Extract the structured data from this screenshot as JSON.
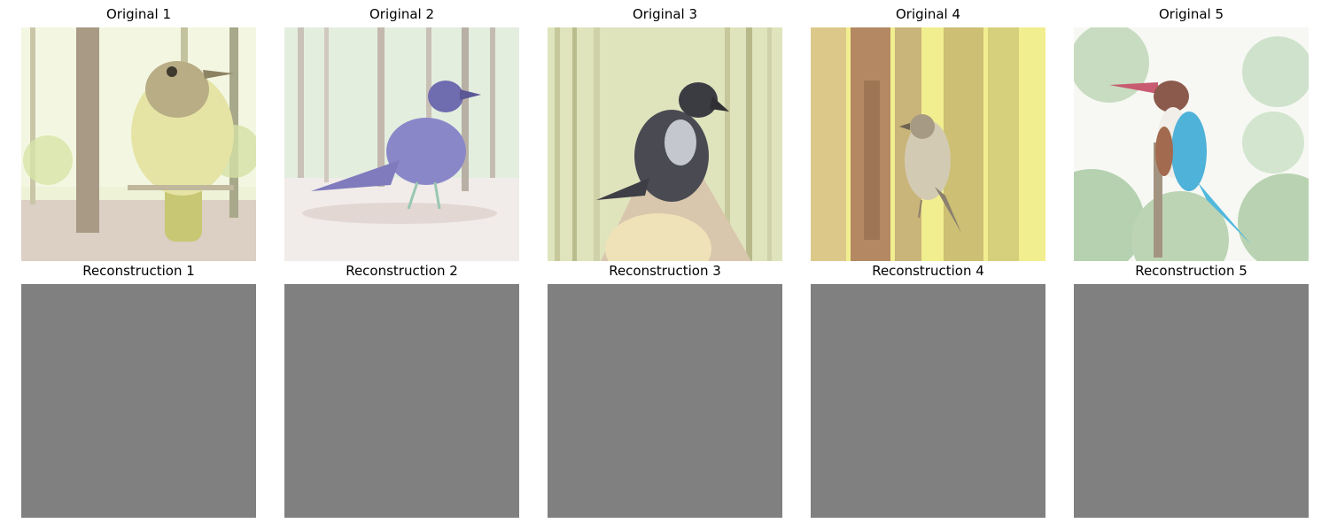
{
  "originals": [
    {
      "title": "Original 1",
      "subject": "small olive-yellow flycatcher in a sunlit forest"
    },
    {
      "title": "Original 2",
      "subject": "crow walking in a misty birch wood"
    },
    {
      "title": "Original 3",
      "subject": "crow perched in a bamboo grove"
    },
    {
      "title": "Original 4",
      "subject": "sparrow on a mossy yellow tree trunk"
    },
    {
      "title": "Original 5",
      "subject": "kingfisher with red beak and blue wings among trees"
    }
  ],
  "reconstructions": [
    {
      "title": "Reconstruction 1",
      "fill": "#808080"
    },
    {
      "title": "Reconstruction 2",
      "fill": "#808080"
    },
    {
      "title": "Reconstruction 3",
      "fill": "#808080"
    },
    {
      "title": "Reconstruction 4",
      "fill": "#808080"
    },
    {
      "title": "Reconstruction 5",
      "fill": "#808080"
    }
  ]
}
